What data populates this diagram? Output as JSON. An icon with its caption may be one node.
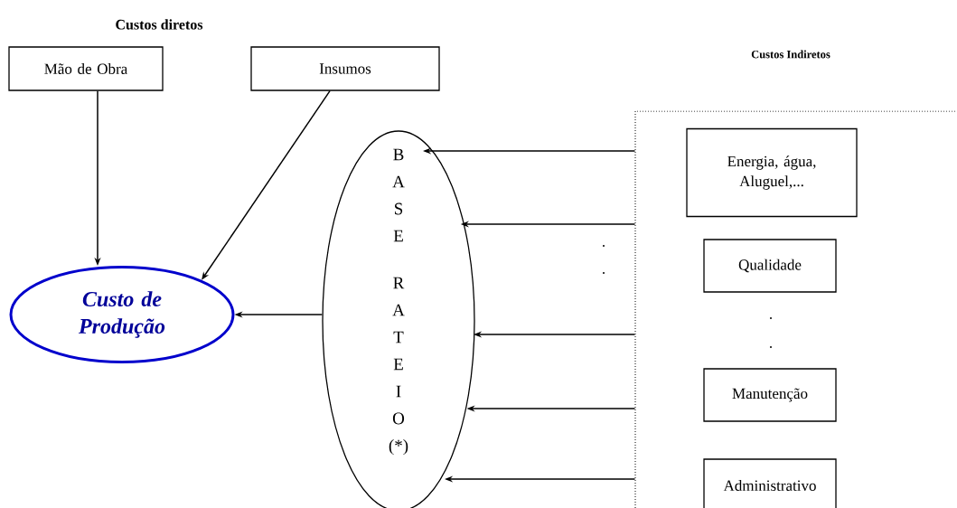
{
  "diagram": {
    "nodes": [
      {
        "text": [
          "Mão de Obra"
        ]
      },
      {
        "text": [
          "Insumos"
        ]
      },
      {
        "text": [
          "Custo de Produção"
        ]
      },
      {
        "text": [
          "B A S E R A T E I O (*)"
        ]
      },
      {
        "text": [
          "Custos Indiretos"
        ]
      },
      {
        "text": [
          "Energia, água, Aluguel,..."
        ],
        "in": 4
      },
      {
        "text": [
          "Qualidade"
        ],
        "in": 4
      },
      {
        "text": [
          "Manutenção"
        ],
        "in": 4
      },
      {
        "text": [
          "Administrativo"
        ],
        "in": 4
      }
    ],
    "edges": [
      {
        "from": 0,
        "to": 2,
        "arrow": "to"
      },
      {
        "from": 1,
        "to": 2,
        "arrow": "to"
      },
      {
        "from": 3,
        "to": 2,
        "arrow": "to"
      },
      {
        "from": 4,
        "to": 3,
        "arrow": "to"
      },
      {
        "from": 4,
        "to": 3,
        "arrow": "to"
      },
      {
        "from": 4,
        "to": 3,
        "arrow": "to"
      },
      {
        "from": 4,
        "to": 3,
        "arrow": "to"
      },
      {
        "from": 4,
        "to": 3,
        "arrow": "to"
      }
    ],
    "labels": [
      "Custos diretos",
      ".",
      ".",
      ".",
      "."
    ]
  }
}
